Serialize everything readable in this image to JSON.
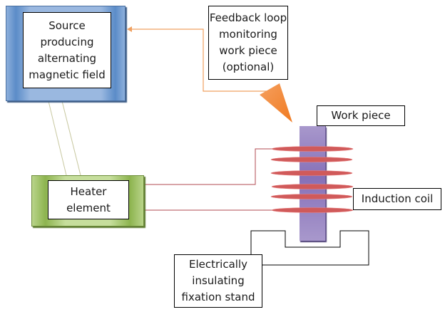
{
  "diagram": {
    "title": "Induction heating setup",
    "nodes": {
      "source": {
        "text": "Source producing alternating magnetic field",
        "lines": [
          "Source",
          "producing",
          "alternating",
          "magnetic field"
        ]
      },
      "feedback": {
        "text": "Feedback loop monitoring work piece (optional)",
        "lines": [
          "Feedback loop",
          "monitoring",
          "work piece",
          "(optional)"
        ]
      },
      "heater": {
        "text": "Heater element",
        "lines": [
          "Heater",
          "element"
        ]
      },
      "workpiece": {
        "text": "Work piece"
      },
      "coil": {
        "text": "Induction coil",
        "turns": 6
      },
      "stand": {
        "text": "Electrically insulating fixation stand",
        "lines": [
          "Electrically",
          "insulating",
          "fixation stand"
        ]
      }
    },
    "edges": [
      {
        "from": "source",
        "to": "heater",
        "style": "double-line",
        "color": "#c8c8a0"
      },
      {
        "from": "heater",
        "to": "coil",
        "style": "two-wire",
        "color": "#b04a50"
      },
      {
        "from": "feedback",
        "to": "source",
        "style": "arrow",
        "color": "#f0a060"
      }
    ],
    "colors": {
      "source": "#7fa6d8",
      "heater": "#a8c870",
      "workpiece": "#9080c0",
      "coil": "#d05a5a",
      "feedback": "#f5903a"
    }
  }
}
